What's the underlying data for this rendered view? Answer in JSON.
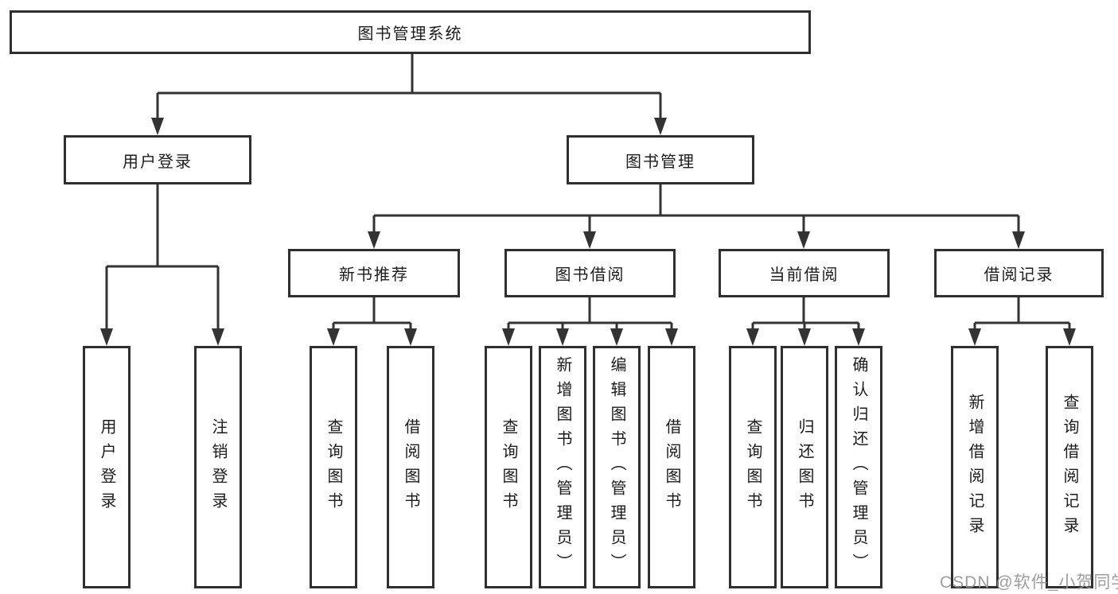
{
  "diagram": {
    "root": {
      "label": "图书管理系统"
    },
    "level2": [
      {
        "label": "用户登录",
        "children": [
          {
            "label": "用户登录"
          },
          {
            "label": "注销登录"
          }
        ]
      },
      {
        "label": "图书管理",
        "children": [
          {
            "label": "新书推荐",
            "children": [
              {
                "label": "查询图书"
              },
              {
                "label": "借阅图书"
              }
            ]
          },
          {
            "label": "图书借阅",
            "children": [
              {
                "label": "查询图书"
              },
              {
                "label": "新增图书（管理员）"
              },
              {
                "label": "编辑图书（管理员）"
              },
              {
                "label": "借阅图书"
              }
            ]
          },
          {
            "label": "当前借阅",
            "children": [
              {
                "label": "查询图书"
              },
              {
                "label": "归还图书"
              },
              {
                "label": "确认归还（管理员）"
              }
            ]
          },
          {
            "label": "借阅记录",
            "children": [
              {
                "label": "新增借阅记录"
              },
              {
                "label": "查询借阅记录"
              }
            ]
          }
        ]
      }
    ]
  },
  "watermark": {
    "text": "CSDN @软件_小贺同学"
  },
  "colors": {
    "line": "#333333",
    "box_border": "#2f2f2f",
    "text": "#1c1c1c",
    "watermark": "#969696",
    "background": "#ffffff"
  }
}
